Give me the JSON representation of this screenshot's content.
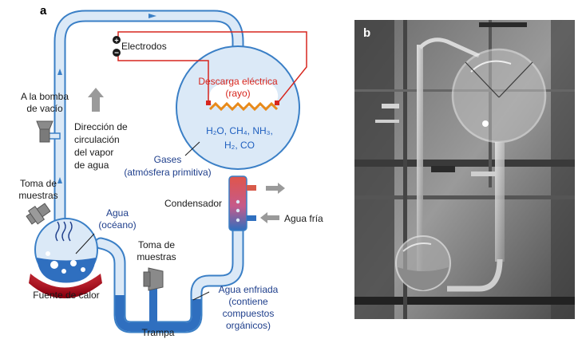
{
  "panels": {
    "a": "a",
    "b": "b"
  },
  "labels": {
    "electrodes": "Electrodos",
    "discharge_1": "Descarga eléctrica",
    "discharge_2": "(rayo)",
    "gases_formula_1": "H₂O, CH₄, NH₃,",
    "gases_formula_2": "H₂, CO",
    "gases_1": "Gases",
    "gases_2": "(atmósfera primitiva)",
    "vacuum_1": "A la bomba",
    "vacuum_2": "de vacío",
    "direction_1": "Dirección de",
    "direction_2": "circulación",
    "direction_3": "del vapor",
    "direction_4": "de agua",
    "sample_left_1": "Toma de",
    "sample_left_2": "muestras",
    "water_1": "Agua",
    "water_2": "(océano)",
    "heat": "Fuente de calor",
    "sample_mid_1": "Toma de",
    "sample_mid_2": "muestras",
    "trap": "Trampa",
    "condenser": "Condensador",
    "cold_water": "Agua fría",
    "cooled_1": "Agua enfriada",
    "cooled_2": "(contiene",
    "cooled_3": "compuestos",
    "cooled_4": "orgánicos)"
  },
  "colors": {
    "tube": "#3a7fc6",
    "tube_fill": "#dbe9f7",
    "water": "#2f6fbf",
    "red": "#d7261e",
    "heat": "#b3001b",
    "gray": "#9a9a9a"
  },
  "photo": {
    "description_icon": "miller-urey-apparatus-photo"
  }
}
